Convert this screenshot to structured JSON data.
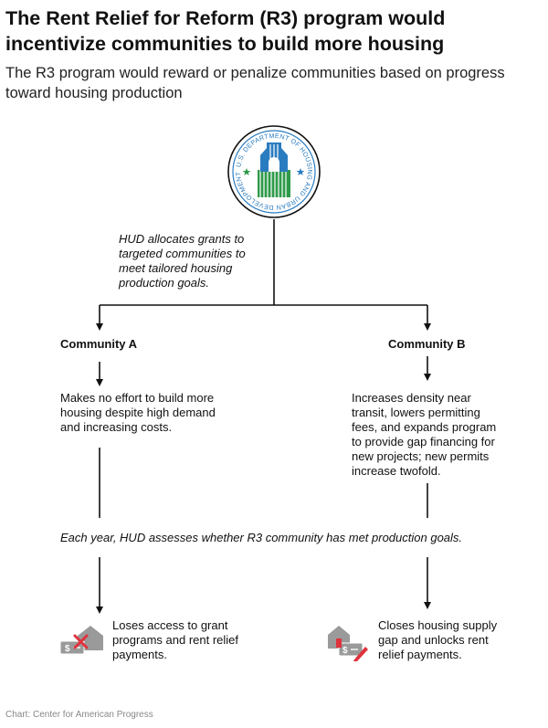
{
  "title": "The Rent Relief for Reform (R3) program would incentivize communities to build more housing",
  "subtitle": "The R3 program would reward or penalize communities based on progress toward housing production",
  "seal": {
    "ring_text": "U.S. DEPARTMENT OF HOUSING AND URBAN DEVELOPMENT",
    "icon": "hud-seal-icon"
  },
  "hud_note": "HUD allocates grants to targeted communities to meet tailored housing production goals.",
  "community_a": {
    "label": "Community A",
    "action": "Makes no effort to build more housing despite high demand and increasing costs.",
    "outcome": "Loses access to grant programs and rent relief payments.",
    "icon": "house-money-cross-icon"
  },
  "community_b": {
    "label": "Community B",
    "action": "Increases density near transit, lowers permitting fees, and expands program to provide gap financing for new projects; new permits increase twofold.",
    "outcome": "Closes housing supply gap and unlocks rent relief payments.",
    "icon": "house-money-check-icon"
  },
  "assessment": "Each year, HUD assesses whether R3 community has met production goals.",
  "source": "Chart: Center for American Progress",
  "colors": {
    "seal_blue": "#2a7cc0",
    "seal_green": "#2f9a4a",
    "icon_gray": "#9a9a9a",
    "icon_red": "#e0323c"
  }
}
